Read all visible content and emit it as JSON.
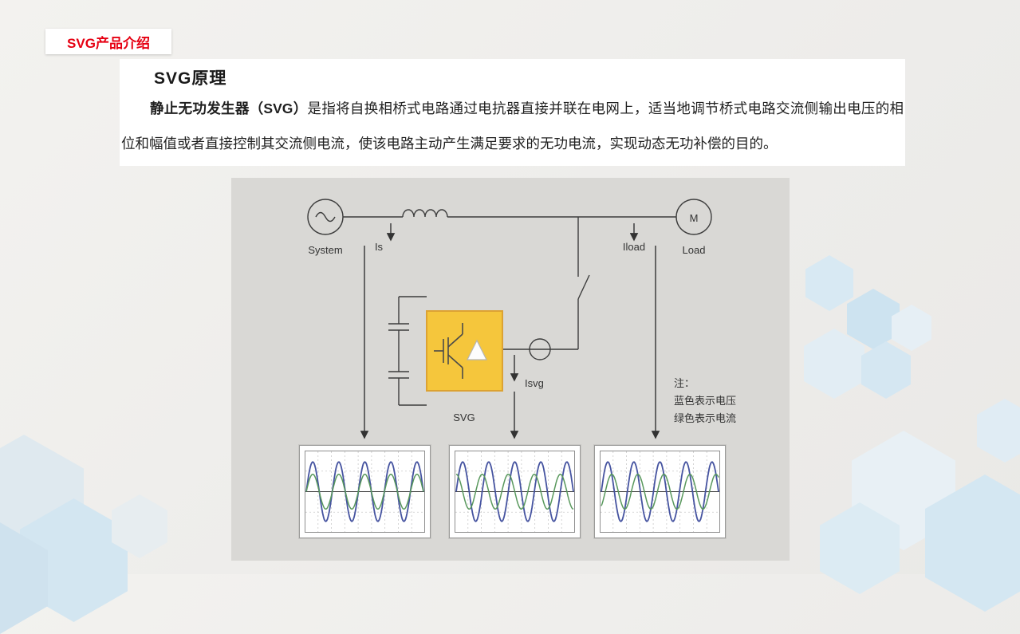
{
  "slide": {
    "corner_tag": "SVG产品介绍",
    "title": "SVG原理",
    "paragraph": {
      "bold_lead": "静止无功发生器（SVG）",
      "body": "是指将自换相桥式电路通过电抗器直接并联在电网上，适当地调节桥式电路交流侧输出电压的相位和幅值或者直接控制其交流侧电流，使该电路主动产生满足要求的无功电流，实现动态无功补偿的目的。"
    }
  },
  "diagram": {
    "system_label": "System",
    "is_label": "Is",
    "iload_label": "Iload",
    "motor_label": "M",
    "load_label": "Load",
    "converter_label": "SVG",
    "isvg_label": "Isvg",
    "note_title": "注：",
    "note_voltage": "蓝色表示电压",
    "note_current": "绿色表示电流"
  },
  "colors": {
    "accent_red": "#e60012",
    "converter_fill": "#f5c63c",
    "converter_border": "#dca233",
    "voltage_blue": "#4553a0",
    "current_green": "#58985c"
  },
  "chart_data": [
    {
      "type": "line",
      "id": "system-side-waveform",
      "cycles": 4.5,
      "grid": true,
      "ylim": [
        -1.2,
        1.2
      ],
      "series": [
        {
          "name": "电压",
          "color": "#4553a0",
          "amplitude": 0.82,
          "phase_deg": 0,
          "stroke_width": 1.8
        },
        {
          "name": "电流",
          "color": "#58985c",
          "amplitude": 0.48,
          "phase_deg": 0,
          "stroke_width": 1.5
        }
      ]
    },
    {
      "type": "line",
      "id": "svg-branch-waveform",
      "cycles": 4.5,
      "grid": true,
      "ylim": [
        -1.2,
        1.2
      ],
      "series": [
        {
          "name": "电压",
          "color": "#4553a0",
          "amplitude": 0.82,
          "phase_deg": 0,
          "stroke_width": 1.8
        },
        {
          "name": "电流",
          "color": "#58985c",
          "amplitude": 0.48,
          "phase_deg": 90,
          "stroke_width": 1.5
        }
      ]
    },
    {
      "type": "line",
      "id": "load-side-waveform",
      "cycles": 4.5,
      "grid": true,
      "ylim": [
        -1.2,
        1.2
      ],
      "series": [
        {
          "name": "电压",
          "color": "#4553a0",
          "amplitude": 0.82,
          "phase_deg": 0,
          "stroke_width": 1.8
        },
        {
          "name": "电流",
          "color": "#58985c",
          "amplitude": 0.48,
          "phase_deg": -55,
          "stroke_width": 1.5
        }
      ]
    }
  ]
}
